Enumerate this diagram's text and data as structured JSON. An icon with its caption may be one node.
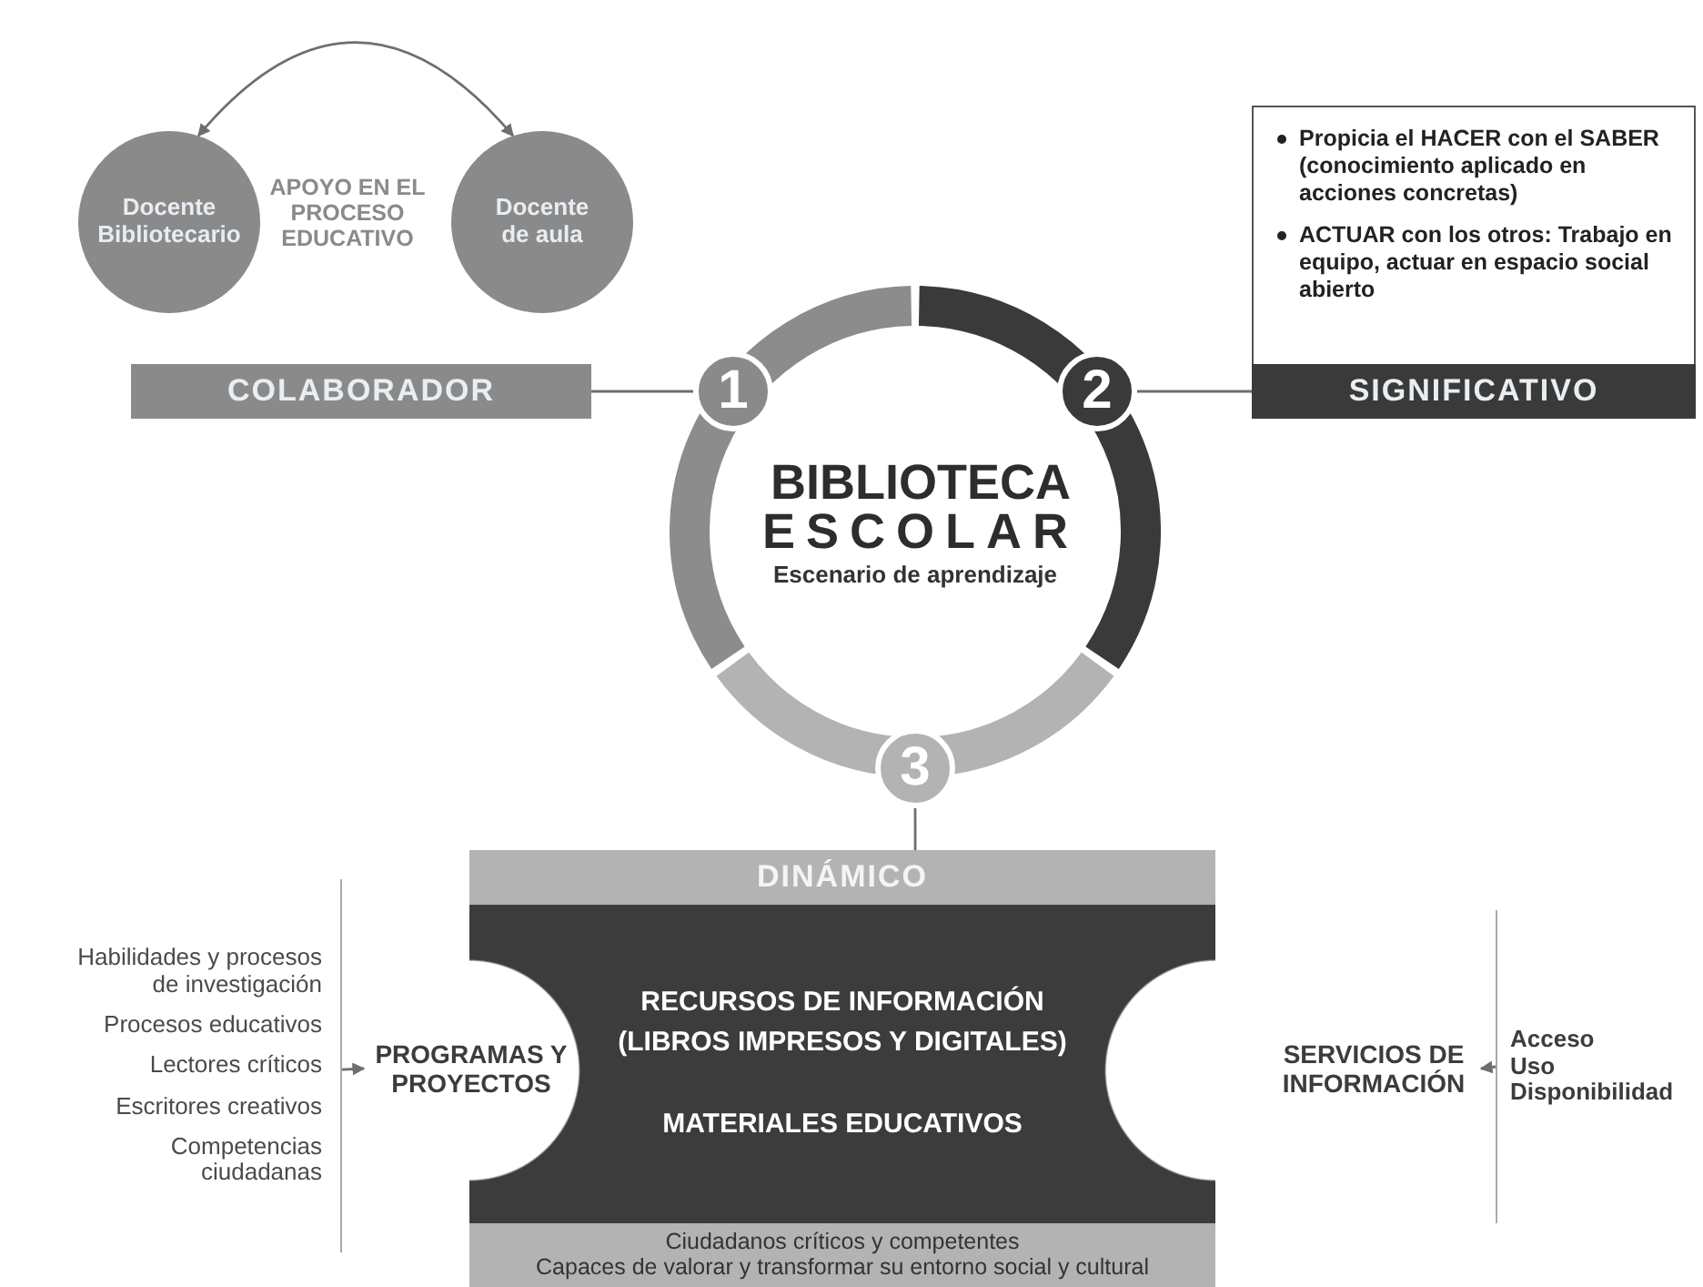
{
  "diagram": {
    "nodes": [
      {
        "text": [
          "Docente Bibliotecario"
        ]
      },
      {
        "text": [
          "Docente de aula"
        ]
      },
      {
        "text": [
          "Propicia el HACER con el SABER (conocimiento aplicado en acciones concretas)",
          "ACTUAR con los otros: Trabajo en equipo, actuar en espacio social abierto"
        ]
      },
      {
        "text": [
          "COLABORADOR"
        ]
      },
      {
        "text": [
          "1"
        ]
      },
      {
        "text": [
          "2"
        ]
      },
      {
        "text": [
          "SIGNIFICATIVO"
        ]
      },
      {
        "text": [
          "BIBLIOTECA ESCOLAR",
          "Escenario de aprendizaje"
        ]
      },
      {
        "text": [
          "3"
        ]
      },
      {
        "text": [
          "DINÁMICO"
        ]
      },
      {
        "text": [
          "RECURSOS DE INFORMACIÓN (LIBROS IMPRESOS Y DIGITALES)",
          "MATERIALES EDUCATIVOS"
        ]
      },
      {
        "text": [
          "PROGRAMAS Y PROYECTOS"
        ]
      },
      {
        "text": [
          "SERVICIOS DE INFORMACIÓN"
        ]
      },
      {
        "text": [
          "Ciudadanos críticos y competentes",
          "Capaces de valorar y transformar su entorno social y cultural"
        ]
      },
      {
        "text": [
          "Habilidades y procesos de investigación",
          "Procesos educativos",
          "Lectores críticos",
          "Escritores creativos",
          "Competencias ciudadanas"
        ]
      },
      {
        "text": [
          "Acceso",
          "Uso",
          "Disponibilidad"
        ]
      }
    ],
    "edges": [
      {
        "from": 0,
        "to": 1,
        "arrow": "both"
      },
      {
        "from": 3,
        "to": 4,
        "arrow": "none"
      },
      {
        "from": 5,
        "to": 6,
        "arrow": "none"
      },
      {
        "from": 8,
        "to": 9,
        "arrow": "none"
      },
      {
        "from": 14,
        "to": 11,
        "arrow": "to"
      },
      {
        "from": 15,
        "to": 12,
        "arrow": "to"
      }
    ],
    "labels": [
      "APOYO EN EL PROCESO EDUCATIVO"
    ]
  }
}
